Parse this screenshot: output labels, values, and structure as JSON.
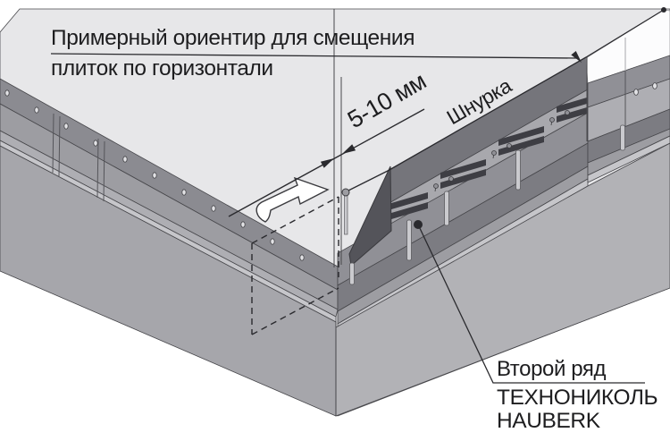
{
  "labels": {
    "guide_line1": "Примерный ориентир для смещения",
    "guide_line2": "плиток по горизонтали",
    "dimension": "5-10 мм",
    "string_label": "Шнурка",
    "callout_line1": "Второй ряд",
    "callout_line2": "ТЕХНОНИКОЛЬ",
    "callout_line3": "HAUBERK"
  },
  "colors": {
    "wall": "#e7e7e9",
    "row_dark": "#8b8b91",
    "row_mid": "#9d9da2",
    "row_light": "#aeaeb3",
    "highlight": "#c6c6ca",
    "plinth_left": "#a6a6ab",
    "plinth_right": "#b2b2b6",
    "band_medium": "#909096",
    "band_shadow": "#7c7c82",
    "second_dark": "#75757b",
    "second_tab": "#a8a8ad",
    "slot": "#3e3e44",
    "flap": "#54545a",
    "white_band": "#fcfcfd",
    "pin": "#cacace",
    "nailhead": "#e2e2e5",
    "line": "#47474b",
    "leader": "#2a2a2e",
    "text": "#1d1d1f"
  }
}
